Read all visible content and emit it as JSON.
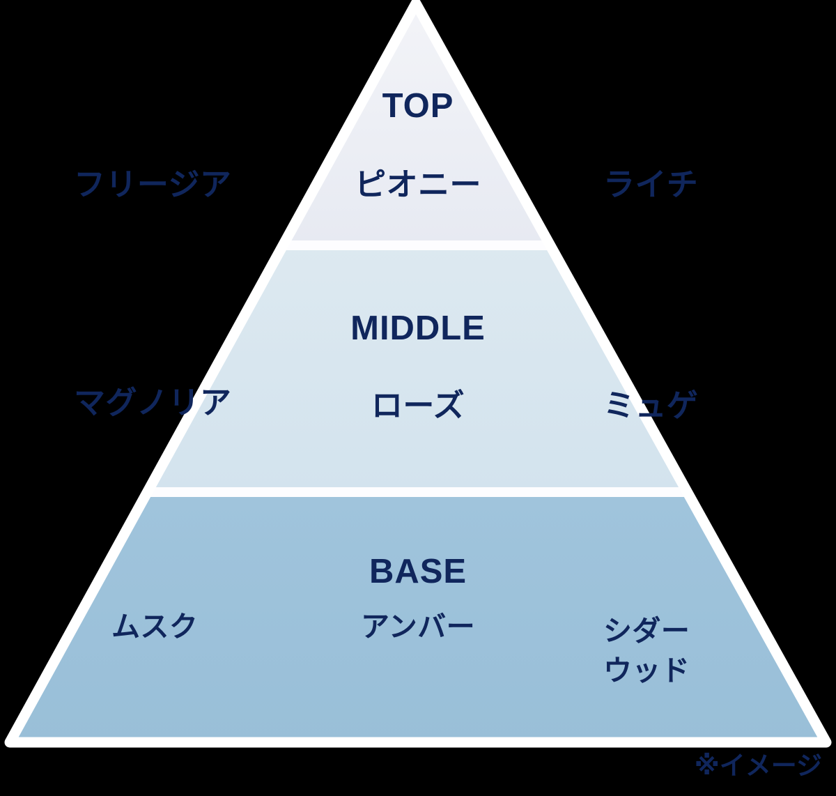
{
  "diagram": {
    "type": "fragrance-note-pyramid",
    "background_color": "#000000",
    "text_color": "#10265c",
    "edge_color": "#ffffff",
    "tiers": [
      {
        "id": "top",
        "name": "TOP",
        "fill_color": "#eaecf3",
        "notes": {
          "left": "フリージア",
          "center": "ピオニー",
          "right": "ライチ"
        }
      },
      {
        "id": "middle",
        "name": "MIDDLE",
        "fill_color": "#d9e7ef",
        "notes": {
          "left": "マグノリア",
          "center": "ローズ",
          "right": "ミュゲ"
        }
      },
      {
        "id": "base",
        "name": "BASE",
        "fill_color": "#9cc1da",
        "notes": {
          "left": "ムスク",
          "center": "アンバー",
          "right_line1": "シダー",
          "right_line2": "ウッド"
        }
      }
    ],
    "footnote": "※イメージ"
  }
}
